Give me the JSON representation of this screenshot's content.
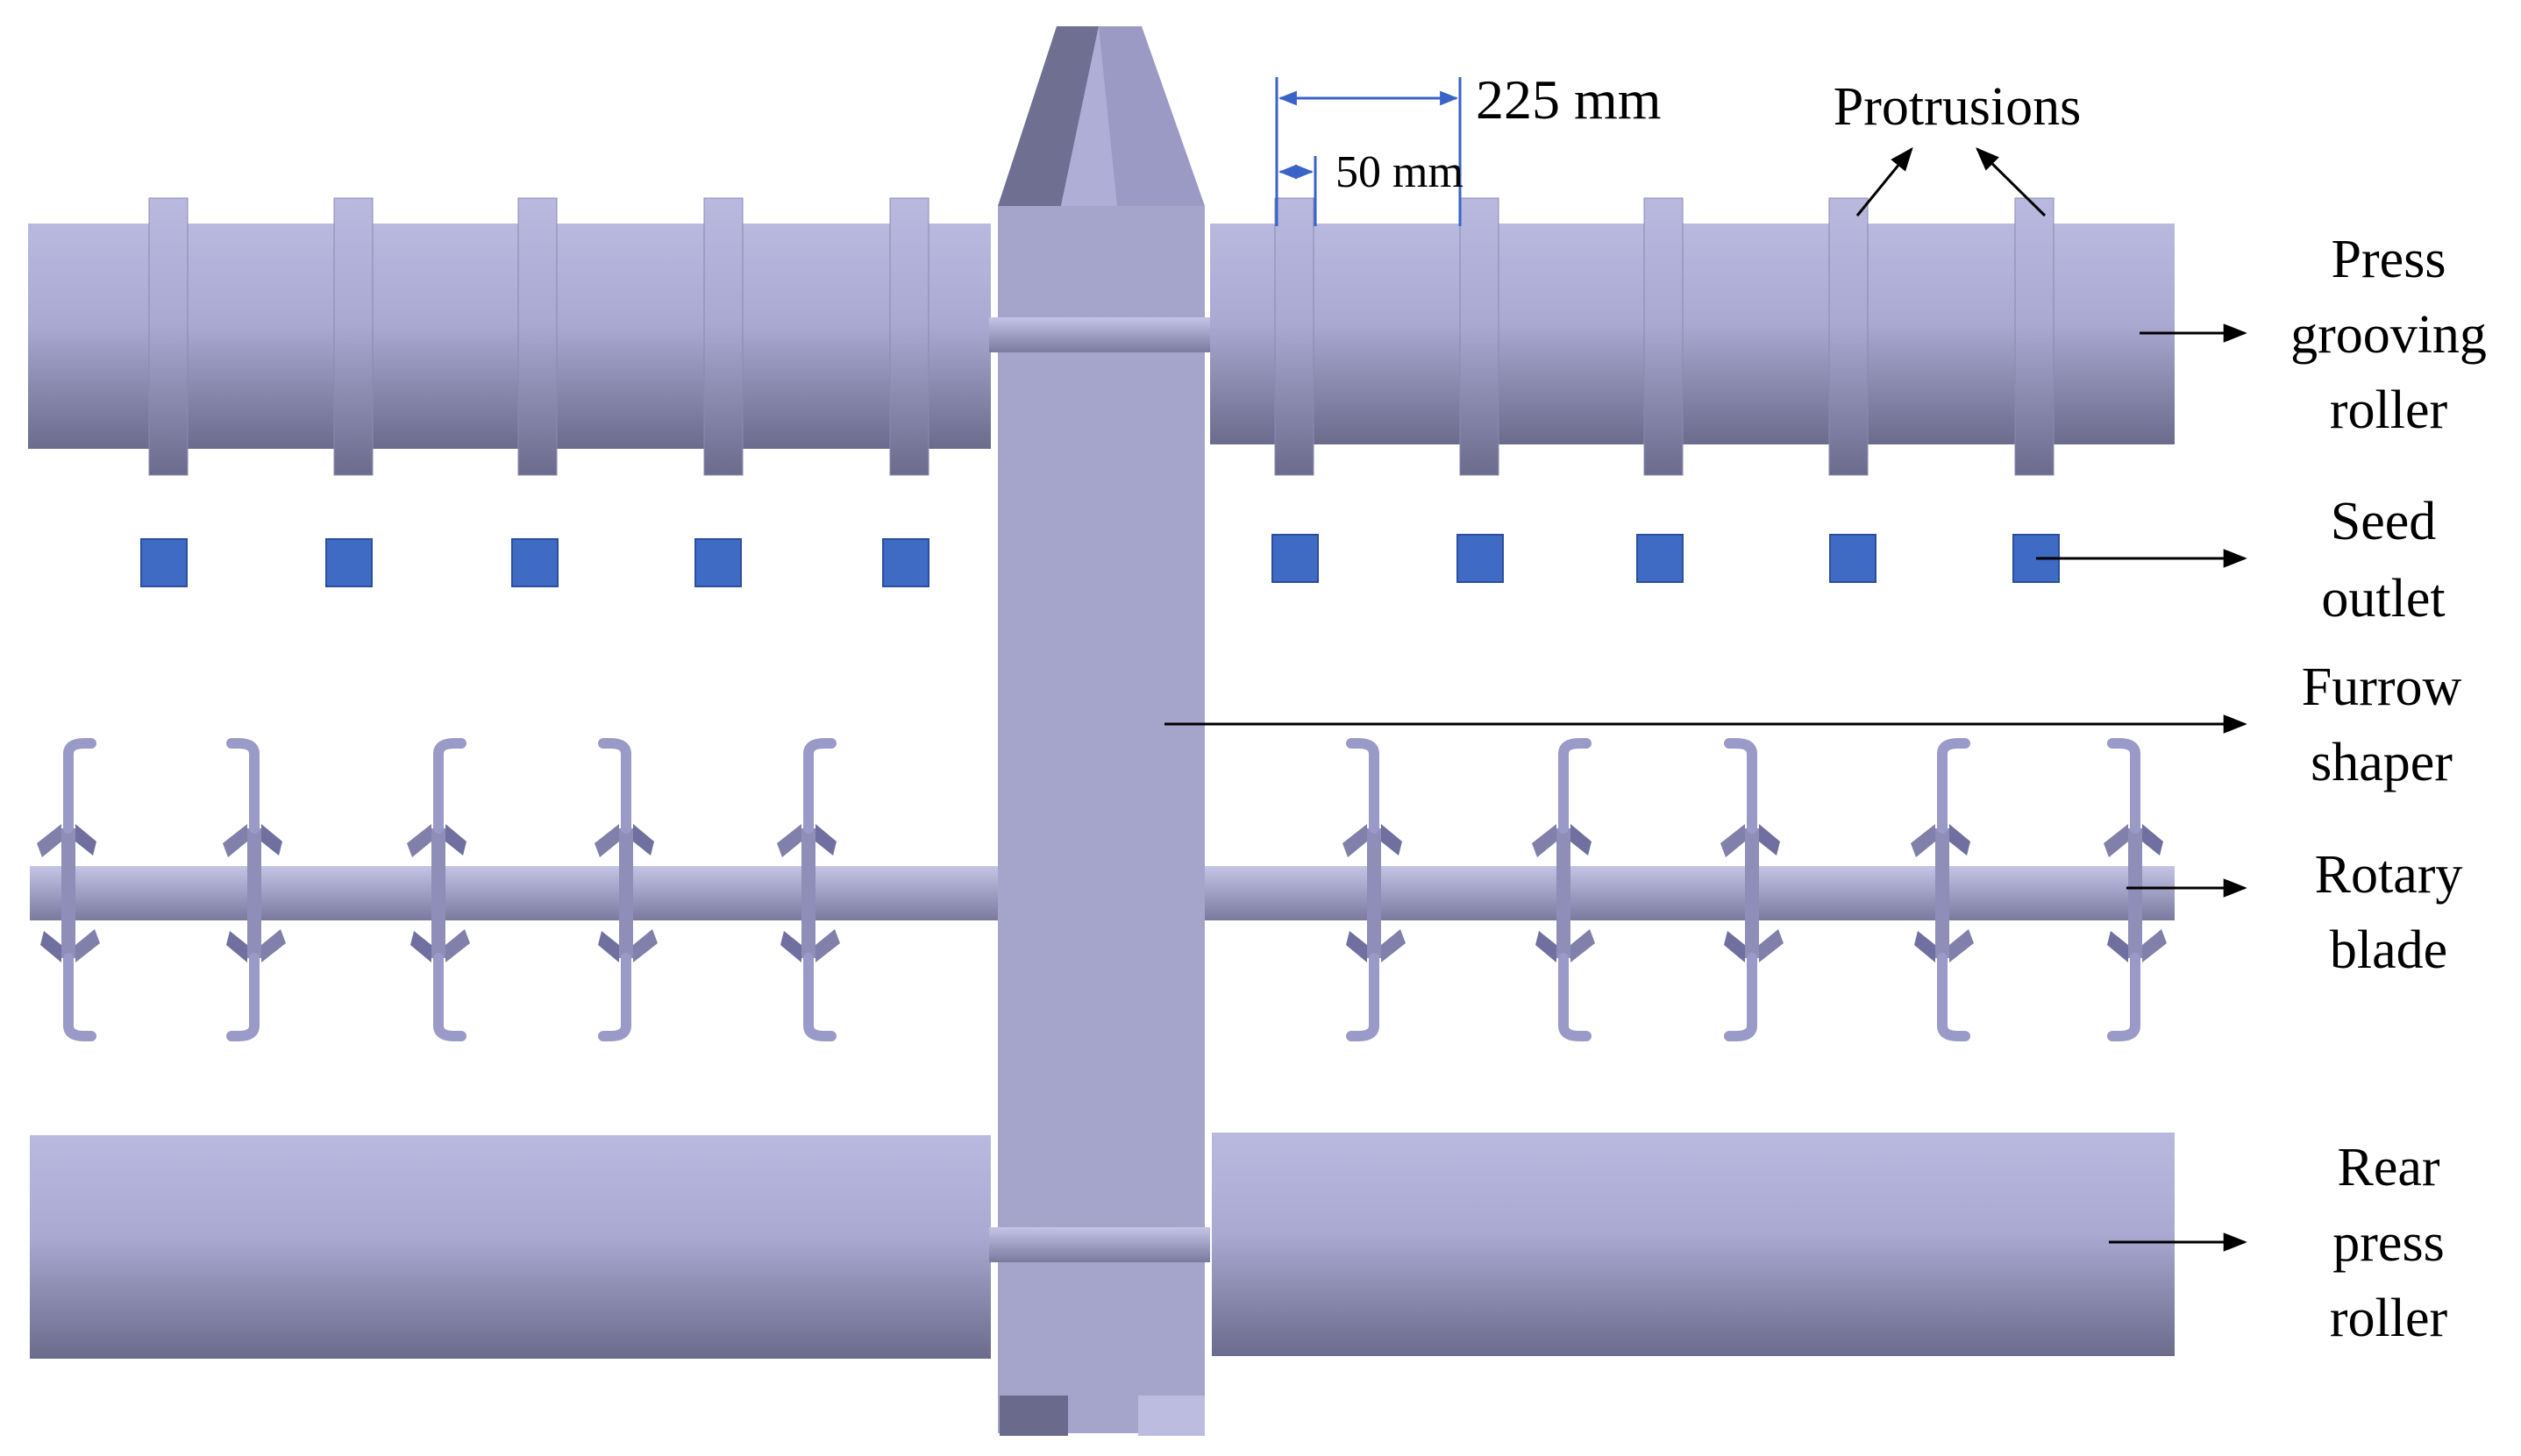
{
  "labels": {
    "press_grooving_roller": [
      "Press",
      "grooving",
      "roller"
    ],
    "seed_outlet": [
      "Seed",
      "outlet"
    ],
    "furrow_shaper": [
      "Furrow",
      "shaper"
    ],
    "rotary_blade": [
      "Rotary",
      "blade"
    ],
    "rear_press_roller": [
      "Rear",
      "press",
      "roller"
    ],
    "protrusions": "Protrusions"
  },
  "dimensions": {
    "spacing": "225 mm",
    "width": "50 mm"
  },
  "colors": {
    "roller_light": "#b9b9e0",
    "roller_dark": "#6b6b8c",
    "shaper": "#a5a5cc",
    "seed_outlet": "#3f6bc4",
    "dimension_line": "#3a63c8",
    "arrow": "#000000"
  },
  "counts": {
    "protrusions_per_side": 5,
    "seed_outlets_per_side": 5,
    "rotary_blades_per_side": 5
  }
}
